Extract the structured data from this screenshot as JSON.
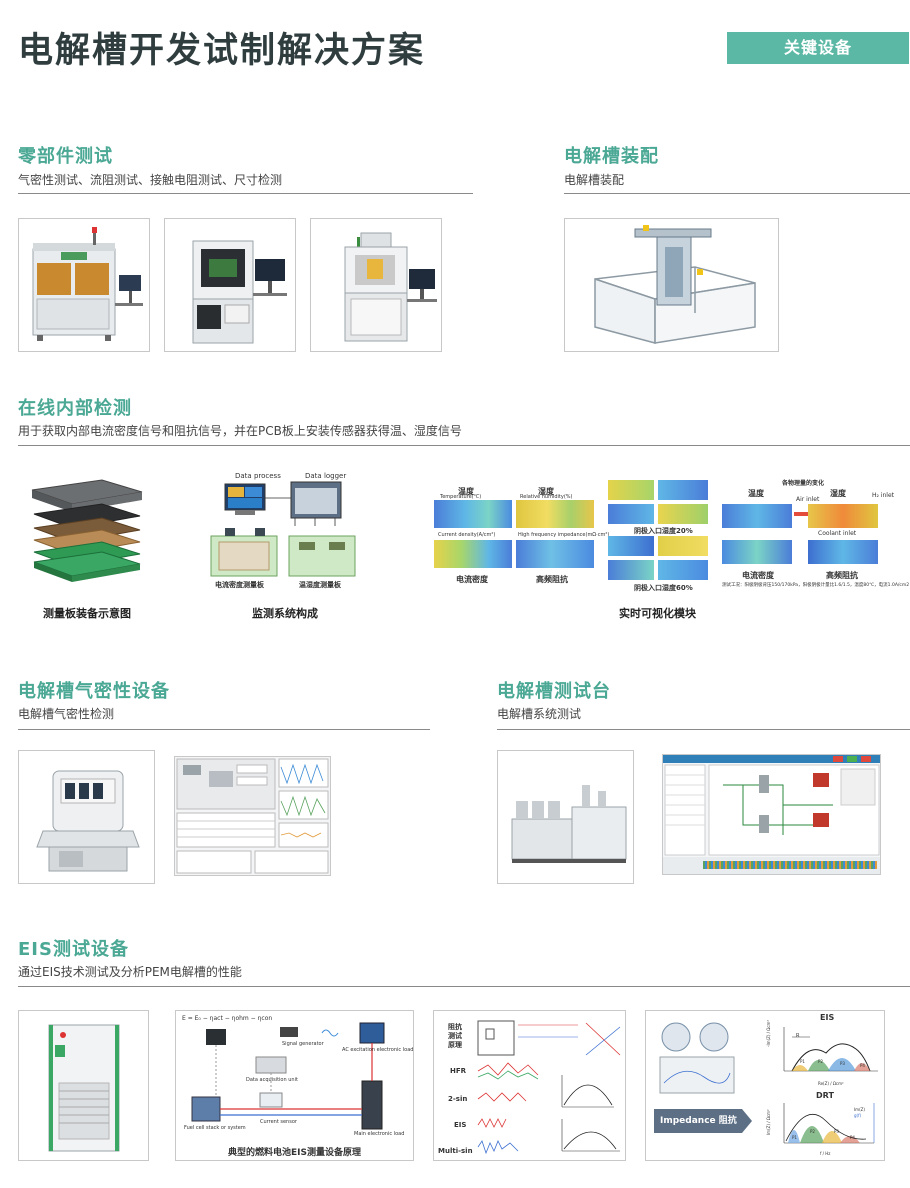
{
  "header": {
    "title": "电解槽开发试制解决方案",
    "badge": "关键设备"
  },
  "sections": {
    "parts_test": {
      "title": "零部件测试",
      "subtitle": "气密性测试、流阻测试、接触电阻测试、尺寸检测"
    },
    "assembly": {
      "title": "电解槽装配",
      "subtitle": "电解槽装配"
    },
    "online_detect": {
      "title": "在线内部检测",
      "subtitle": "用于获取内部电流密度信号和阻抗信号，并在PCB板上安装传感器获得温、湿度信号",
      "captions": [
        "测量板装备示意图",
        "监测系统构成",
        "实时可视化模块"
      ],
      "diagram_labels": {
        "data_process": "Data process",
        "data_logger": "Data logger",
        "current_board": "电流密度测量板",
        "temp_board": "温湿度测量板"
      },
      "viz_labels": {
        "temp": "温度",
        "humidity": "湿度",
        "current_density": "电流密度",
        "hf_impedance": "高频阻抗",
        "cathode_20": "阴极入口湿度20%",
        "cathode_60": "阴极入口湿度60%",
        "change": "各物理量的变化",
        "air_inlet": "Air inlet",
        "h2_inlet": "H₂ inlet",
        "coolant_inlet": "Coolant inlet",
        "temperature_en": "Temperature(℃)",
        "humidity_en": "Relative humidity(%)",
        "current_en": "Current density(A/cm²)",
        "hfr_en": "High frequency impedance(mΩ·cm²)",
        "conditions": "测试工况：阳极阴极背压150/170kPa，阳极阴极计量比1.6/1.5，温度80℃，电流1.0A/cm2"
      }
    },
    "airtight": {
      "title": "电解槽气密性设备",
      "subtitle": "电解槽气密性检测"
    },
    "test_bench": {
      "title": "电解槽测试台",
      "subtitle": "电解槽系统测试"
    },
    "eis": {
      "title": "EIS测试设备",
      "subtitle": "通过EIS技术测试及分析PEM电解槽的性能",
      "principle_caption": "典型的燃料电池EIS测量设备原理",
      "principle_labels": {
        "equation": "E = E₀ − ηact − ηohm − ηcon",
        "signal_generator": "Signal generator",
        "ac_load": "AC excitation electronic load",
        "daq": "Data acquisition unit",
        "current_sensor": "Current sensor",
        "stack": "Fuel cell stack or system",
        "main_load": "Main electronic load"
      },
      "methods": [
        "阻抗测试原理",
        "HFR",
        "2-sin",
        "EIS",
        "Multi-sin"
      ],
      "impedance_label": "Impedance 阻抗",
      "eis_plot": {
        "title": "EIS",
        "xlabel": "Re(Z) / Ωcm²",
        "ylabel": "-Im(Z) / Ωcm²",
        "peaks": [
          "P1",
          "P2",
          "P3",
          "P4"
        ],
        "rlabel": "R"
      },
      "drt_plot": {
        "title": "DRT",
        "xlabel": "f / Hz",
        "ylabel": "Im(Z) / Ωcm²",
        "legend": [
          "Im(Z)",
          "g(f)"
        ],
        "peaks": [
          "P1",
          "P2",
          "P3",
          "P4"
        ]
      }
    }
  },
  "colors": {
    "accent": "#4aa894",
    "badge": "#5bb8a5",
    "title": "#2f3d3f"
  }
}
